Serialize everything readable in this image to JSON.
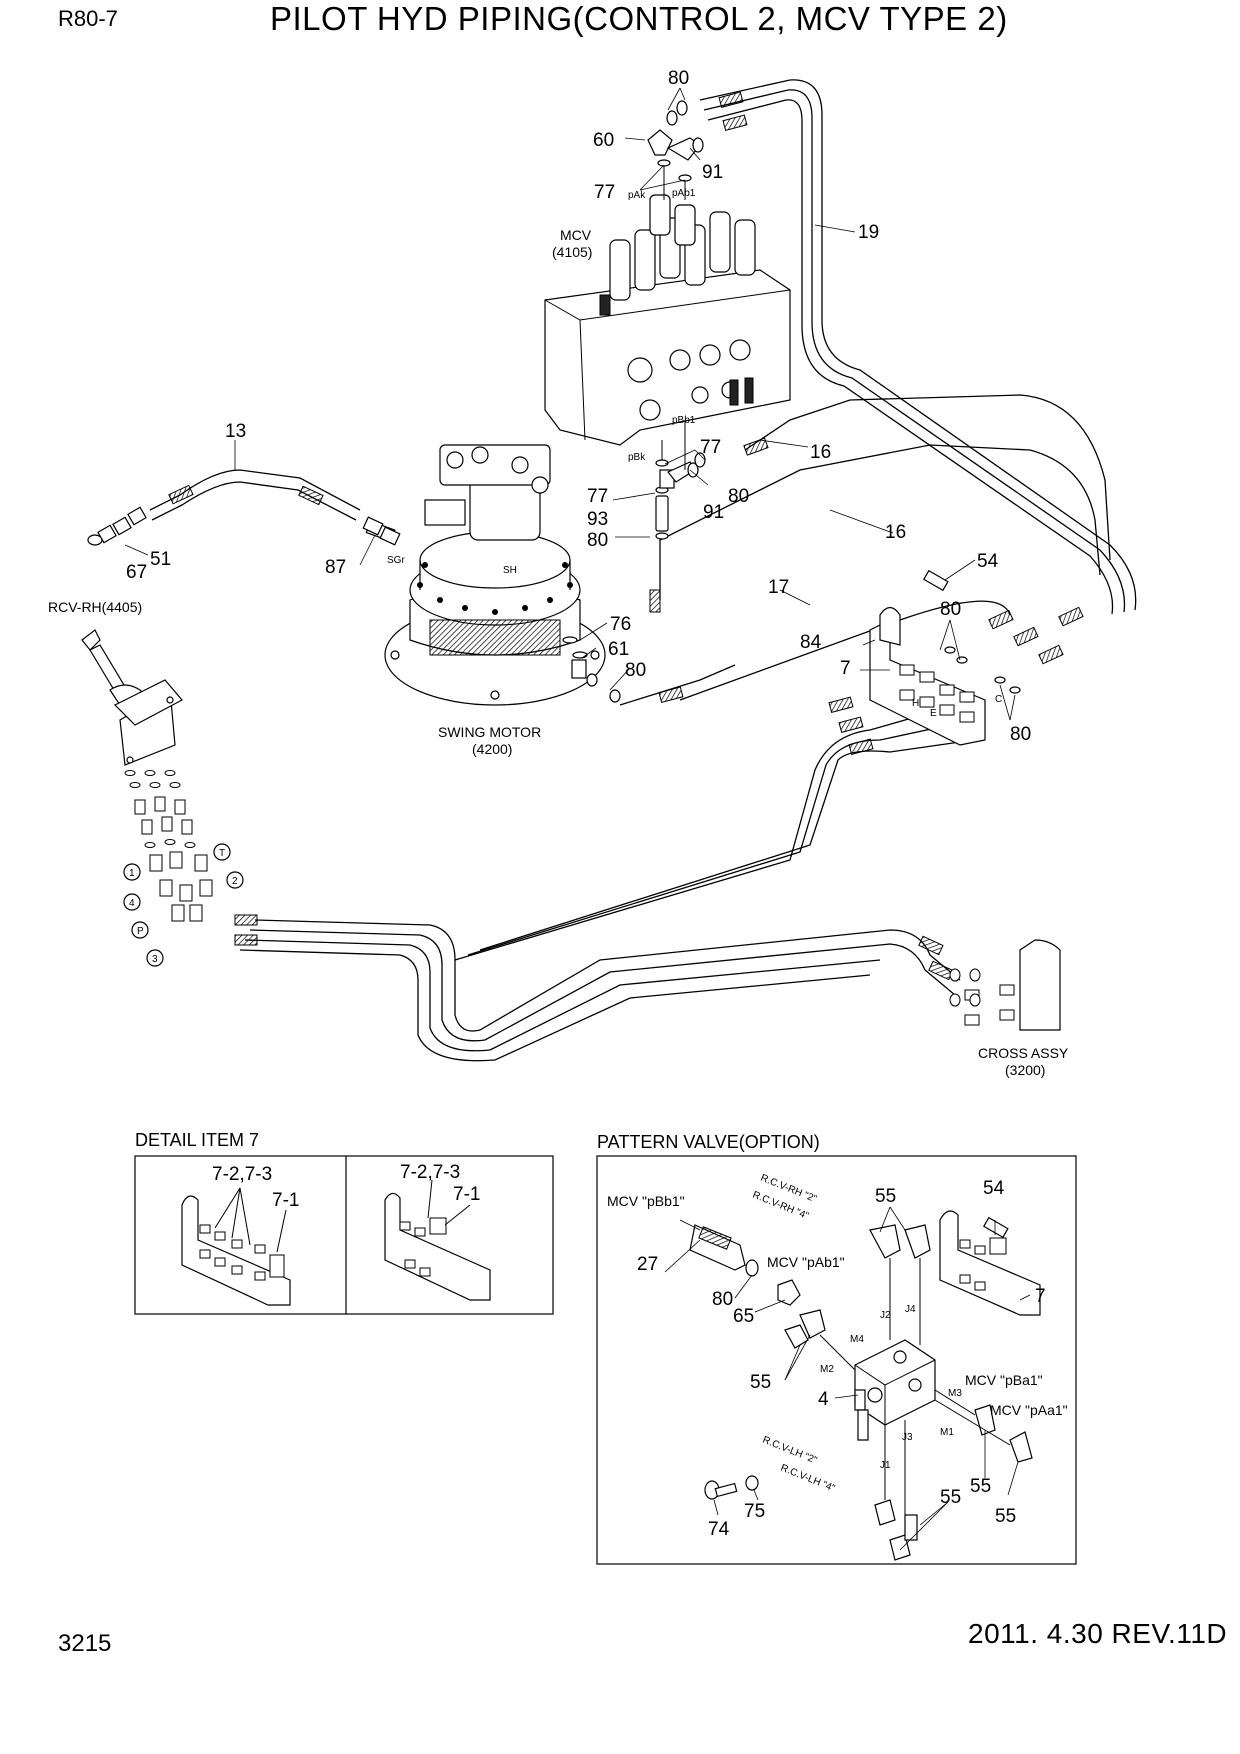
{
  "header": {
    "model": "R80-7",
    "title": "PILOT HYD PIPING(CONTROL 2, MCV TYPE 2)"
  },
  "footer": {
    "page": "3215",
    "revision": "2011. 4.30  REV.11D"
  },
  "main": {
    "components": {
      "mcv": "MCV",
      "mcv_code": "(4105)",
      "rcv": "RCV-RH(4405)",
      "swing_motor": "SWING MOTOR",
      "swing_motor_code": "(4200)",
      "cross_assy": "CROSS ASSY",
      "cross_assy_code": "(3200)"
    },
    "ports": {
      "pAk": "pAk",
      "pAb1": "pAb1",
      "pBb1": "pBb1",
      "pBk": "pBk",
      "SGr": "SGr",
      "SH": "SH",
      "H": "H",
      "E": "E",
      "C": "C"
    },
    "rcv_ports": [
      "1",
      "4",
      "P",
      "3",
      "T",
      "2"
    ],
    "callouts": {
      "p80": "80",
      "p60": "60",
      "p91": "91",
      "p77": "77",
      "p19": "19",
      "p16": "16",
      "p93": "93",
      "p13": "13",
      "p51": "51",
      "p67": "67",
      "p87": "87",
      "p76": "76",
      "p61": "61",
      "p17": "17",
      "p54": "54",
      "p84": "84",
      "p7": "7"
    }
  },
  "detail": {
    "title": "DETAIL ITEM 7",
    "left_label_a": "7-2,7-3",
    "left_label_b": "7-1",
    "right_label_a": "7-2,7-3",
    "right_label_b": "7-1"
  },
  "pattern": {
    "title": "PATTERN VALVE(OPTION)",
    "mcv_pbb1": "MCV \"pBb1\"",
    "mcv_pab1": "MCV \"pAb1\"",
    "mcv_pba1": "MCV \"pBa1\"",
    "mcv_paa1": "MCV \"pAa1\"",
    "rcv_rh_2": "R.C.V-RH \"2\"",
    "rcv_rh_4": "R.C.V-RH \"4\"",
    "rcv_lh_2": "R.C.V-LH \"2\"",
    "rcv_lh_4": "R.C.V-LH \"4\"",
    "ports": [
      "J2",
      "J4",
      "M4",
      "M2",
      "M3",
      "M1",
      "J1",
      "J3"
    ],
    "callouts": {
      "p55": "55",
      "p54": "54",
      "p27": "27",
      "p80": "80",
      "p65": "65",
      "p7": "7",
      "p4": "4",
      "p74": "74",
      "p75": "75"
    }
  }
}
